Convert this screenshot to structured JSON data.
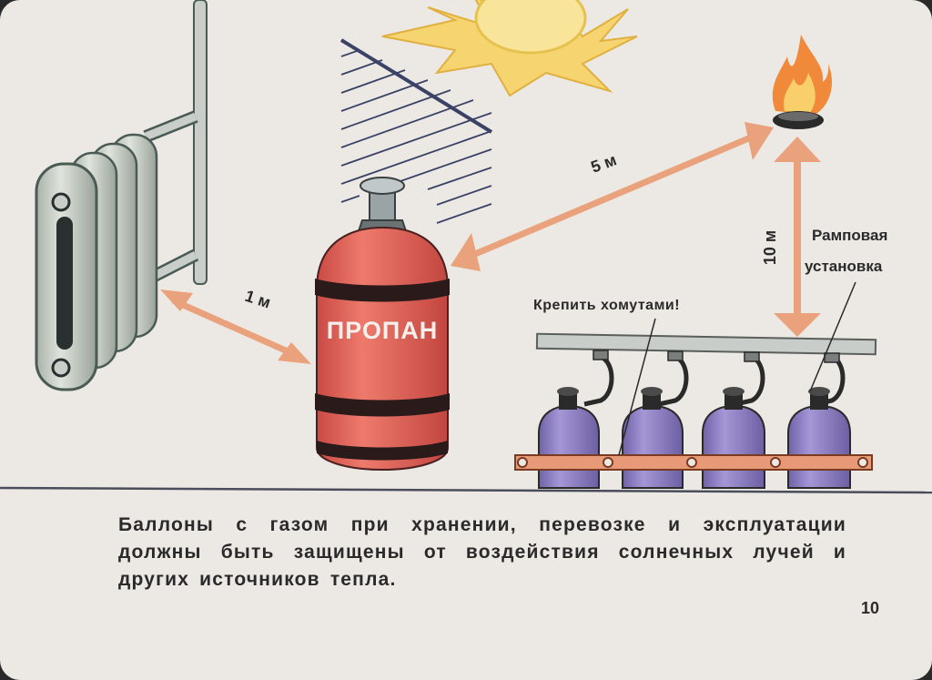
{
  "diagram": {
    "cylinder_label": "ПРОПАН",
    "distance_radiator": "1 м",
    "distance_flame": "5 м",
    "distance_ramp": "10 м",
    "ramp_label_line1": "Рамповая",
    "ramp_label_line2": "установка",
    "clamp_note": "Крепить хомутами!"
  },
  "caption": "Баллоны с газом при хранении, перевозке и эксплуатации должны быть защищены от воздействия солнечных лучей и других источников тепла.",
  "page_number": "10",
  "colors": {
    "background": "#ece9e4",
    "propane_cylinder": "#e0645a",
    "small_cylinders": "#8d7ec4",
    "arrows": "#e9a27c",
    "sun": "#f6d470",
    "flame": "#f08a3a",
    "radiator": "#c4ccc4"
  }
}
